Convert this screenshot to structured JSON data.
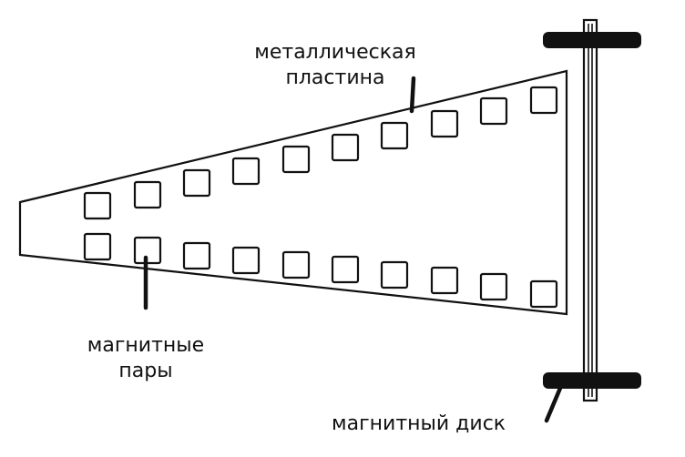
{
  "labels": {
    "plate_line1": "металлическая",
    "plate_line2": "пластина",
    "pairs_line1": "магнитные",
    "pairs_line2": "пары",
    "disk": "магнитный диск"
  },
  "diagram": {
    "magnet_rows": 2,
    "magnets_per_row": 10
  },
  "colors": {
    "stroke": "#111111",
    "background": "#ffffff"
  }
}
